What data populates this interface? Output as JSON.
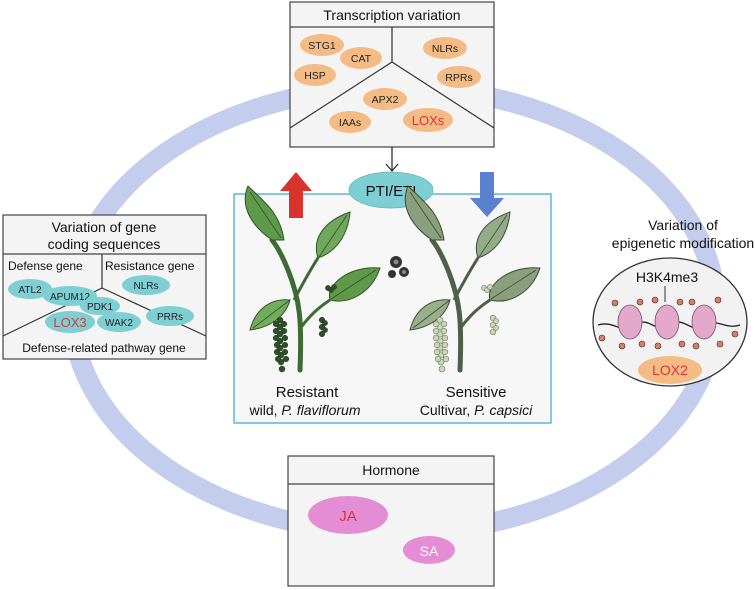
{
  "transcription": {
    "title": "Transcription variation",
    "genes_left": [
      "STG1",
      "CAT",
      "HSP"
    ],
    "genes_right": [
      "NLRs",
      "RPRs"
    ],
    "genes_bottom": [
      "APX2",
      "IAAs",
      "LOXs"
    ]
  },
  "coding": {
    "title_line1": "Variation of gene",
    "title_line2": "coding sequences",
    "defense_label": "Defense gene",
    "resistance_label": "Resistance gene",
    "pathway_label": "Defense-related pathway gene",
    "defense_genes": [
      "ATL2",
      "APUM12"
    ],
    "resistance_genes": [
      "NLRs",
      "PRRs"
    ],
    "pathway_genes": [
      "PDK1",
      "LOX3",
      "WAK2"
    ]
  },
  "center": {
    "pti": "PTI/ETI",
    "resistant": "Resistant",
    "resistant_sub_prefix": "wild, ",
    "resistant_sub_species": "P. flaviflorum",
    "sensitive": "Sensitive",
    "sensitive_sub_prefix": "Cultivar, ",
    "sensitive_sub_species": "P. capsici"
  },
  "epigenetic": {
    "title_line1": "Variation of",
    "title_line2": "epigenetic modification",
    "mark": "H3K4me3",
    "gene": "LOX2"
  },
  "hormone": {
    "title": "Hormone",
    "items": [
      "JA",
      "SA"
    ]
  },
  "colors": {
    "ring": "#c5cdee",
    "orange": "#f5bb85",
    "teal": "#7ecfd4",
    "pink": "#e48dd4",
    "red_text": "#d9363a",
    "up_arrow": "#d8342d",
    "down_arrow": "#5b80cf",
    "panel_border": "#59b9d8",
    "panel_fill": "#f7f7f7",
    "box_fill": "#f4f4f4"
  }
}
